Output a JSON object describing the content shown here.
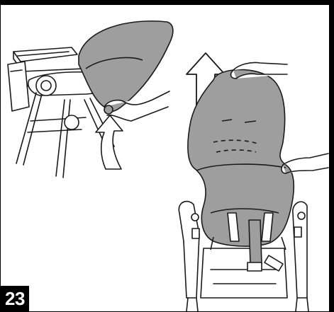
{
  "step": {
    "number": "23"
  },
  "figure": {
    "background": "#ffffff",
    "cover_fill": "#9e9e9e",
    "line_color": "#1a1a1a",
    "arrow_fill": "#ffffff",
    "panels": [
      "left-chair-side-view",
      "right-chair-rear-view"
    ],
    "icons": [
      "up-arrow-icon",
      "curved-up-arrow-icon"
    ]
  }
}
